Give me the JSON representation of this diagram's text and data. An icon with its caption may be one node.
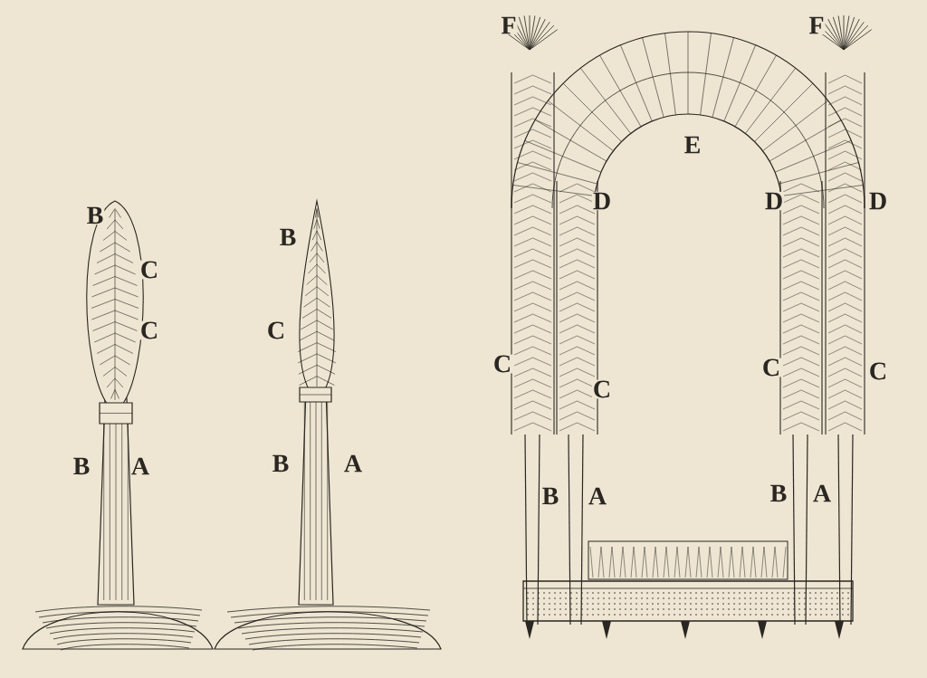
{
  "diagram": {
    "labels": [
      "F",
      "F",
      "E",
      "D",
      "D",
      "D",
      "B",
      "B",
      "C",
      "C",
      "C",
      "C",
      "C",
      "C",
      "C",
      "B",
      "A",
      "B",
      "A",
      "B",
      "A",
      "B",
      "A"
    ]
  }
}
